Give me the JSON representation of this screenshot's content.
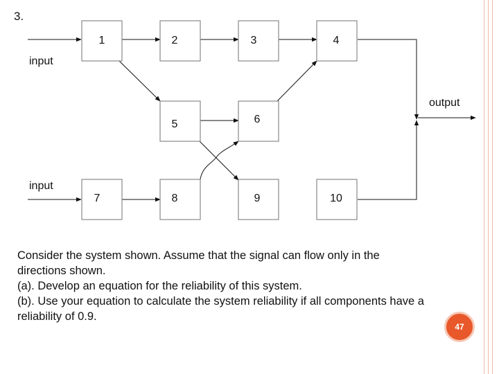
{
  "question_number": "3.",
  "diagram": {
    "blocks": [
      {
        "id": "b1",
        "label": "1"
      },
      {
        "id": "b2",
        "label": "2"
      },
      {
        "id": "b3",
        "label": "3"
      },
      {
        "id": "b4",
        "label": "4"
      },
      {
        "id": "b5",
        "label": "5"
      },
      {
        "id": "b6",
        "label": "6"
      },
      {
        "id": "b7",
        "label": "7"
      },
      {
        "id": "b8",
        "label": "8"
      },
      {
        "id": "b9",
        "label": "9"
      },
      {
        "id": "b10",
        "label": "10"
      }
    ],
    "input_top_label": "input",
    "input_bottom_label": "input",
    "output_label": "output"
  },
  "question_lines": [
    "Consider the system shown. Assume that the signal can flow only in the",
    "directions shown.",
    "(a). Develop an equation for the reliability of this system.",
    "(b). Use your equation to calculate the system reliability if all components have a",
    "reliability of 0.9."
  ],
  "page_number": "47",
  "colors": {
    "accent": "#e8582a",
    "border": "#e9b9a9",
    "line": "#111111",
    "box_border": "#888888"
  }
}
